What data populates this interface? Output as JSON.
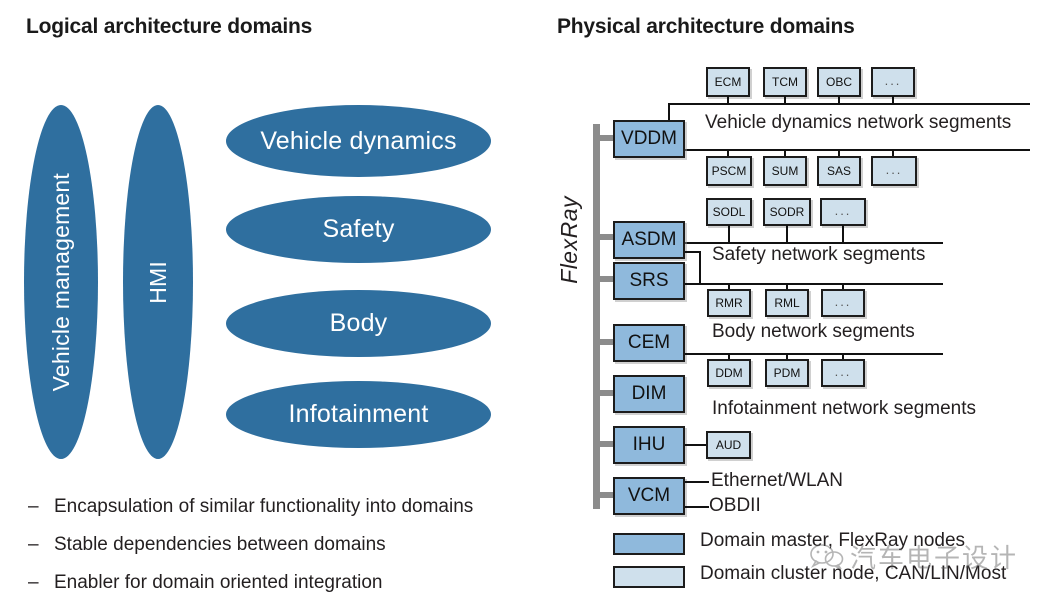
{
  "headings": {
    "logical": "Logical architecture domains",
    "physical": "Physical architecture domains"
  },
  "logical": {
    "vertical_domains": [
      {
        "label": "Vehicle management"
      },
      {
        "label": "HMI"
      }
    ],
    "horizontal_domains": [
      {
        "label": "Vehicle dynamics"
      },
      {
        "label": "Safety"
      },
      {
        "label": "Body"
      },
      {
        "label": "Infotainment"
      }
    ],
    "bullets": [
      {
        "dash": "–",
        "text": "Encapsulation of similar functionality into domains"
      },
      {
        "dash": "–",
        "text": "Stable dependencies between domains"
      },
      {
        "dash": "–",
        "text": "Enabler for domain oriented integration"
      }
    ]
  },
  "physical": {
    "bus_label": "FlexRay",
    "masters": [
      {
        "label": "VDDM"
      },
      {
        "label": "ASDM"
      },
      {
        "label": "SRS"
      },
      {
        "label": "CEM"
      },
      {
        "label": "DIM"
      },
      {
        "label": "IHU"
      },
      {
        "label": "VCM"
      }
    ],
    "segment_labels": [
      {
        "label": "Vehicle dynamics network segments"
      },
      {
        "label": "Safety network segments"
      },
      {
        "label": "Body network segments"
      },
      {
        "label": "Infotainment network segments"
      }
    ],
    "cluster_nodes": {
      "vddm_upper": [
        {
          "label": "ECM"
        },
        {
          "label": "TCM"
        },
        {
          "label": "OBC"
        },
        {
          "label": "..."
        }
      ],
      "vddm_lower": [
        {
          "label": "PSCM"
        },
        {
          "label": "SUM"
        },
        {
          "label": "SAS"
        },
        {
          "label": "..."
        }
      ],
      "safety_upper": [
        {
          "label": "SODL"
        },
        {
          "label": "SODR"
        },
        {
          "label": "..."
        }
      ],
      "safety_lower": [
        {
          "label": "RMR"
        },
        {
          "label": "RML"
        },
        {
          "label": "..."
        }
      ],
      "body_lower": [
        {
          "label": "DDM"
        },
        {
          "label": "PDM"
        },
        {
          "label": "..."
        }
      ],
      "infotainment": [
        {
          "label": "AUD"
        }
      ]
    },
    "vcm_connections": [
      {
        "label": "Ethernet/WLAN"
      },
      {
        "label": "OBDII"
      }
    ]
  },
  "legend": [
    {
      "swatch": "master",
      "label": "Domain master, FlexRay nodes"
    },
    {
      "swatch": "node",
      "label": "Domain cluster node, CAN/LIN/Most"
    }
  ],
  "watermark": {
    "text": "汽车电子设计"
  },
  "colors": {
    "domain_blue": "#2f6f9f",
    "master_blue": "#8fb9dc",
    "cluster_blue": "#cfe0ec",
    "line": "#111111",
    "bus_gray": "#8c8c8c",
    "text": "#231f20"
  }
}
